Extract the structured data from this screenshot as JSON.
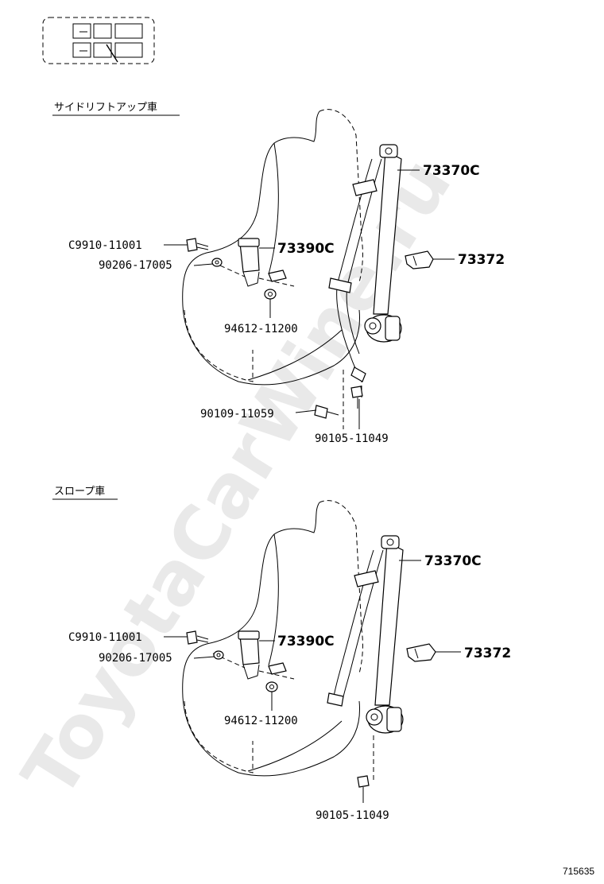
{
  "figure_number": "715635",
  "watermark": "ToyotaCarWine.ru",
  "sections": [
    {
      "heading": "サイドリフトアップ車",
      "parts": {
        "belt_assembly": "73370C",
        "cover": "73372",
        "buckle": "73390C",
        "bolt_upper_left": "C9910-11001",
        "washer": "90206-17005",
        "nut": "94612-11200",
        "bolt_lower": "90109-11059",
        "bolt_anchor": "90105-11049"
      }
    },
    {
      "heading": "スロープ車",
      "parts": {
        "belt_assembly": "73370C",
        "cover": "73372",
        "buckle": "73390C",
        "bolt_upper_left": "C9910-11001",
        "washer": "90206-17005",
        "nut": "94612-11200",
        "bolt_anchor": "90105-11049"
      }
    }
  ]
}
